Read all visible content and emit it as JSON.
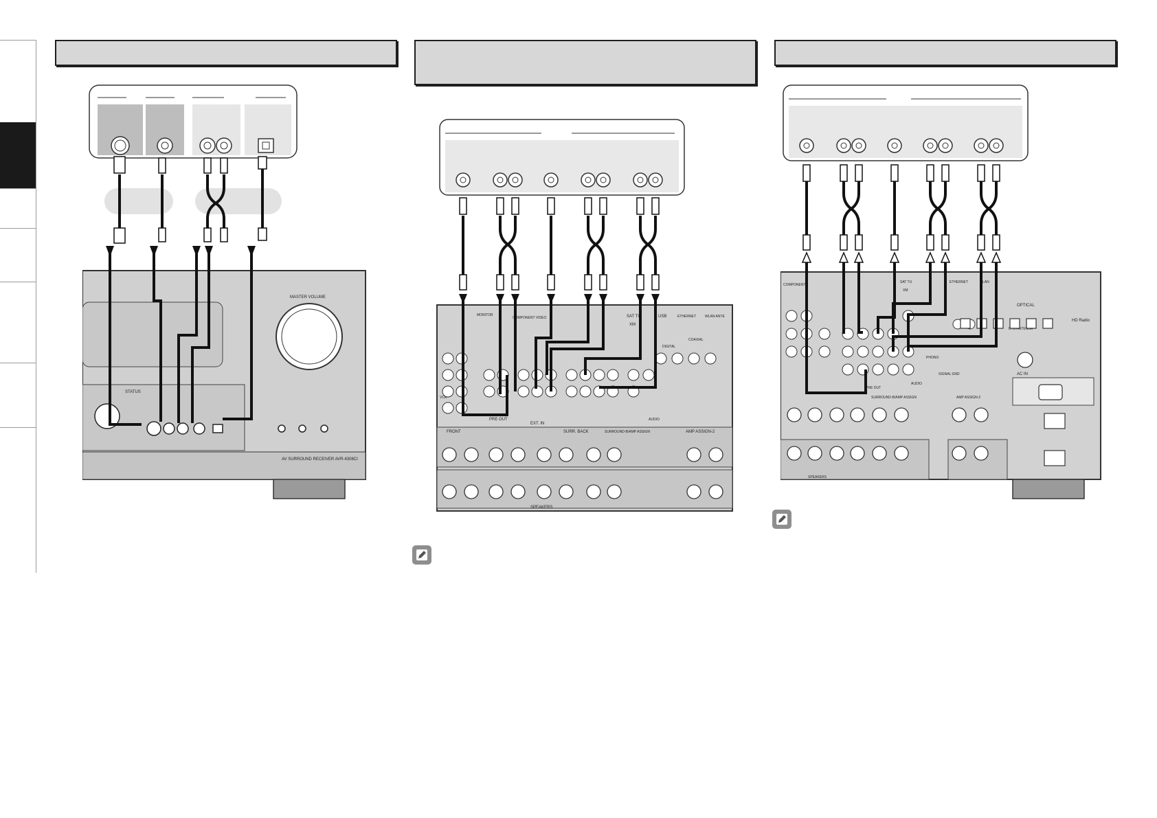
{
  "page": {
    "side_nav": {
      "tabs": [
        {
          "active": false
        },
        {
          "active": true
        },
        {
          "active": false
        },
        {
          "active": false
        },
        {
          "active": false
        },
        {
          "active": false
        },
        {
          "active": false
        }
      ]
    },
    "sections": [
      {
        "id": "left",
        "title": ""
      },
      {
        "id": "center",
        "title": ""
      },
      {
        "id": "right",
        "title": ""
      }
    ],
    "left_diagram": {
      "receiver_labels": {
        "master_volume": "MASTER VOLUME",
        "status": "STATUS",
        "model": "AV SURROUND RECEIVER AVR-4308CI"
      }
    },
    "center_diagram": {
      "rear_labels": {
        "front": "FRONT",
        "surr_back": "SURR. BACK",
        "surround_amp_assign": "SURROUND-B/AMP ASSIGN",
        "amp_assign_2": "AMP ASSIGN-2",
        "speakers": "SPEAKERS",
        "pre_out": "PRE OUT",
        "ext_in": "EXT. IN",
        "sat_tu": "SAT TU",
        "xm": "XM",
        "usb": "USB",
        "ethernet": "ETHERNET",
        "wlan": "WLAN ANTE",
        "monitor": "MONITOR",
        "component_video": "COMPONENT VIDEO",
        "coaxial": "COAXIAL",
        "digital": "DIGITAL",
        "vcr": "VCR",
        "audio": "AUDIO"
      }
    },
    "right_diagram": {
      "rear_labels": {
        "component": "COMPONENT",
        "optical": "OPTICAL",
        "hd_radio": "HD Radio",
        "dtu_antenna": "DTU ANTENNA",
        "ac_in": "AC IN",
        "ethernet": "ETHERNET",
        "sat_tu": "SAT TU",
        "xm": "XM",
        "lan": "LAN",
        "surround_amp_assign": "SURROUND-B/AMP ASSIGN",
        "amp_assign_2": "AMP ASSIGN-2",
        "speakers": "SPEAKERS",
        "pre_out": "PRE OUT",
        "audio": "AUDIO",
        "phono": "PHONO",
        "signal_gnd": "SIGNAL GND"
      }
    },
    "colors": {
      "header_bg": "#d7d7d7",
      "panel_fill": "#e8e8e8",
      "device_fill": "#c9c9c9",
      "dark_block": "#bdbdbd",
      "ink": "#1e1e1e"
    }
  }
}
